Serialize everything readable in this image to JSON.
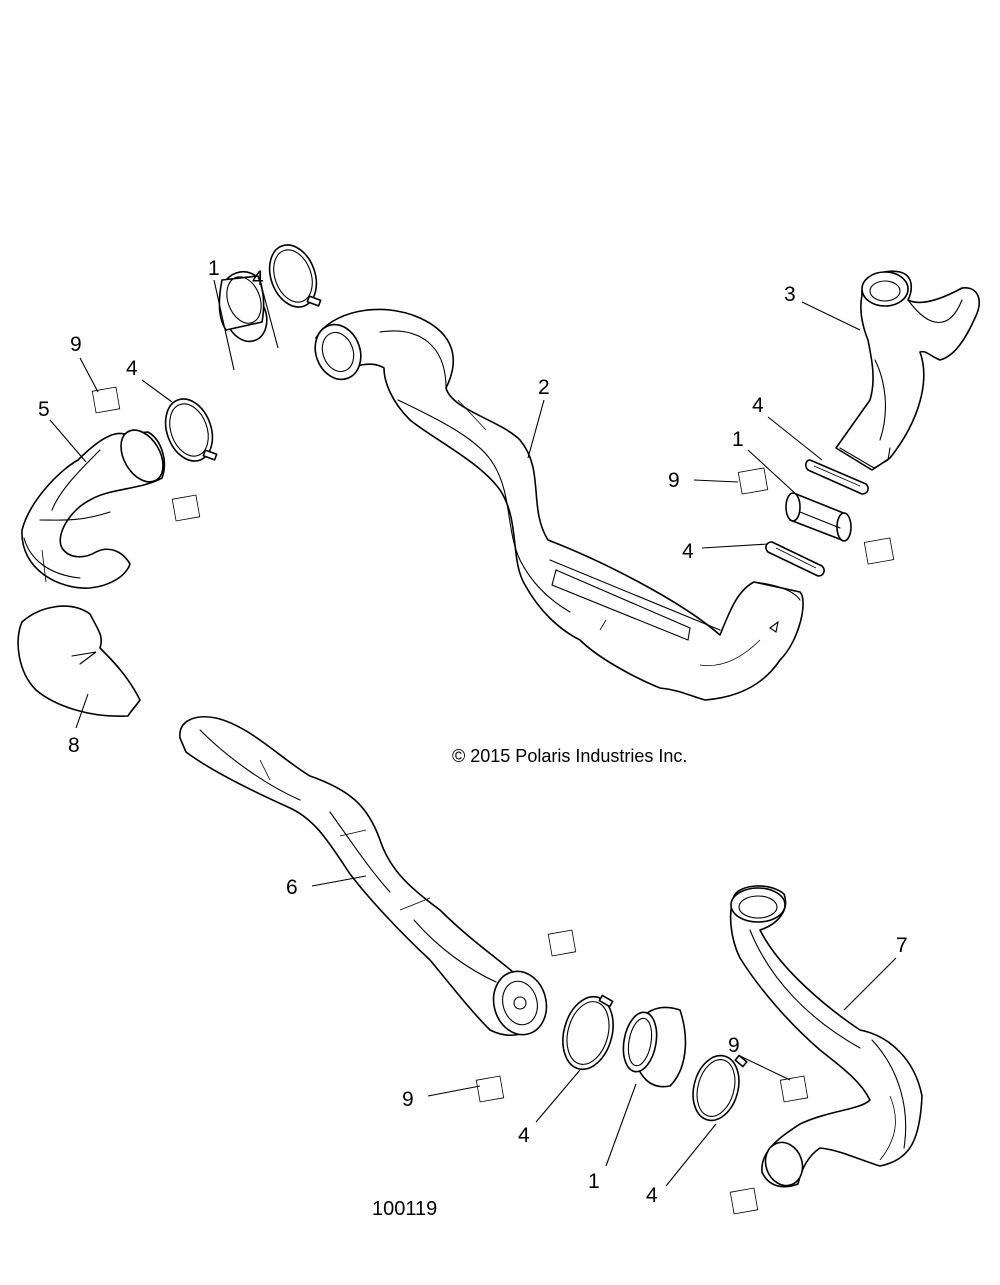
{
  "copyright": "© 2015 Polaris Industries Inc.",
  "drawing_number": "100119",
  "callouts": {
    "c1a": "1",
    "c4a": "4",
    "c9a": "9",
    "c4b": "4",
    "c5": "5",
    "c2": "2",
    "c3": "3",
    "c4c": "4",
    "c1b": "1",
    "c9b": "9",
    "c4d": "4",
    "c8": "8",
    "c6": "6",
    "c7": "7",
    "c9c": "9",
    "c9d": "9",
    "c4e": "4",
    "c1c": "1",
    "c4f": "4"
  }
}
